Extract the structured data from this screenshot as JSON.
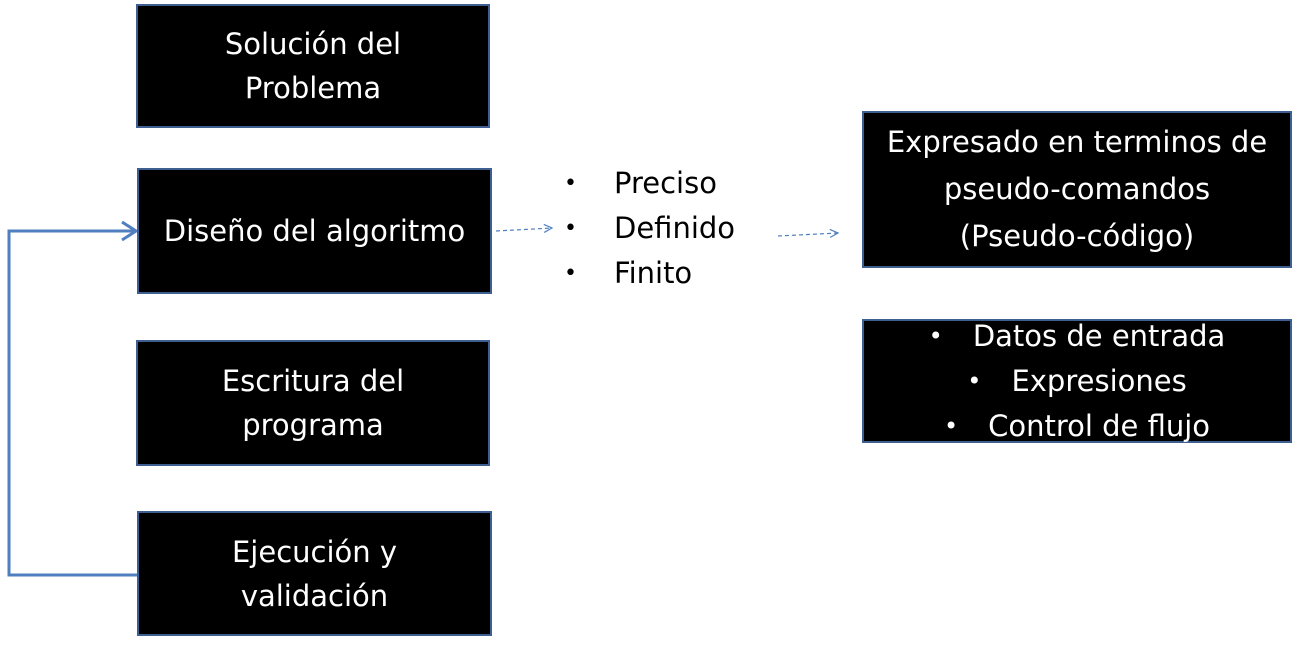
{
  "steps": [
    {
      "line1": "Solución del",
      "line2": "Problema"
    },
    {
      "line1": "Diseño del algoritmo"
    },
    {
      "line1": "Escritura del",
      "line2": "programa"
    },
    {
      "line1": "Ejecución y",
      "line2": "validación"
    }
  ],
  "properties": [
    "Preciso",
    "Definido",
    "Finito"
  ],
  "expression_box": {
    "line1": "Expresado en terminos de",
    "line2": "pseudo-comandos",
    "line3": "(Pseudo-código)"
  },
  "components_box": [
    "Datos de entrada",
    "Expresiones",
    "Control de flujo"
  ],
  "bullet_symbol": "•",
  "colors": {
    "box_fill": "#000000",
    "box_border": "#3d5f92",
    "connector": "#4f7fbf"
  }
}
